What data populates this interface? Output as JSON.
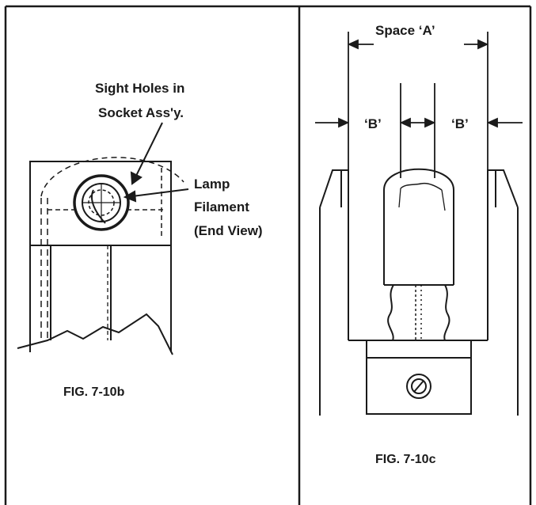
{
  "left_panel": {
    "label_sight_holes_line1": "Sight Holes in",
    "label_sight_holes_line2": "Socket Ass'y.",
    "label_lamp_line1": "Lamp",
    "label_lamp_line2": "Filament",
    "label_lamp_line3": "(End View)",
    "caption": "FIG. 7-10b"
  },
  "right_panel": {
    "label_space_a": "Space ‘A’",
    "label_b_left": "‘B’",
    "label_b_right": "‘B’",
    "caption": "FIG. 7-10c"
  },
  "colors": {
    "ink": "#1a1a1a",
    "paper": "#ffffff"
  }
}
